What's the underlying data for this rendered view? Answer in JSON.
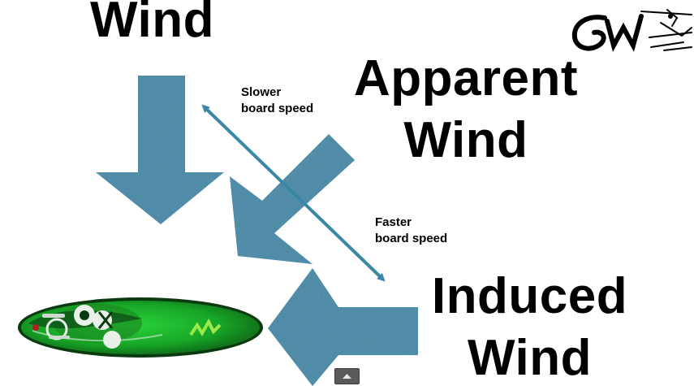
{
  "labels": {
    "wind": "Wind",
    "apparent_line1": "Apparent",
    "apparent_line2": "Wind",
    "induced_line1": "Induced",
    "induced_line2": "Wind",
    "slower_line1": "Slower",
    "slower_line2": "board speed",
    "faster_line1": "Faster",
    "faster_line2": "board speed"
  },
  "colors": {
    "arrow": "#3b87a6",
    "arrow_shadow": "#2c6e8a",
    "text": "#000000",
    "board_green": "#1fae2f",
    "board_dark": "#0e3d12"
  },
  "icons": {
    "logo": "gw-windsurf-logo",
    "player_control": "chevron-up-icon"
  }
}
